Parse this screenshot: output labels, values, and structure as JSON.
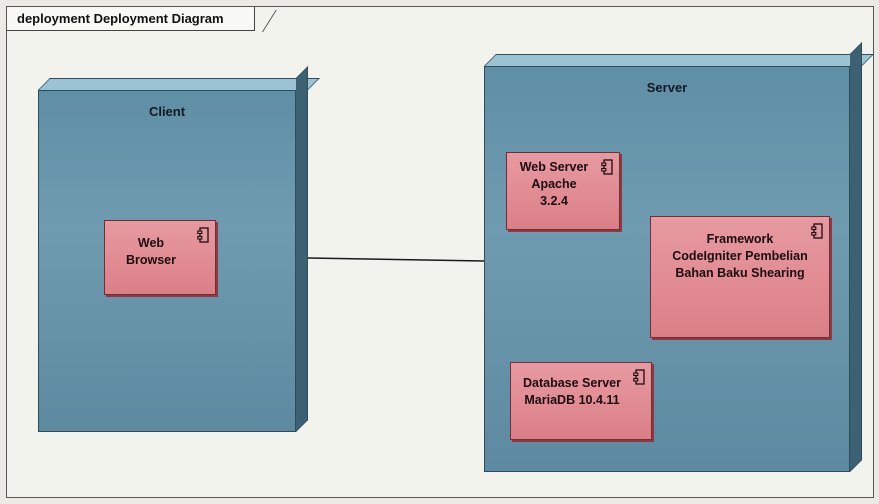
{
  "frame": {
    "title": "deployment Deployment Diagram"
  },
  "nodes": {
    "client": {
      "title": "Client",
      "components": [
        {
          "label": "Web\nBrowser",
          "icon": "component-icon"
        }
      ]
    },
    "server": {
      "title": "Server",
      "components": [
        {
          "label": "Web Server\nApache\n3.2.4",
          "icon": "component-icon"
        },
        {
          "label": "Framework\nCodeIgniter Pembelian\nBahan Baku Shearing",
          "icon": "component-icon"
        },
        {
          "label": "Database Server\nMariaDB 10.4.11",
          "icon": "component-icon"
        }
      ]
    }
  },
  "colors": {
    "node_fill": "#6f9bb0",
    "component_fill": "#dc7f87",
    "frame_bg": "#f3f3ee"
  }
}
